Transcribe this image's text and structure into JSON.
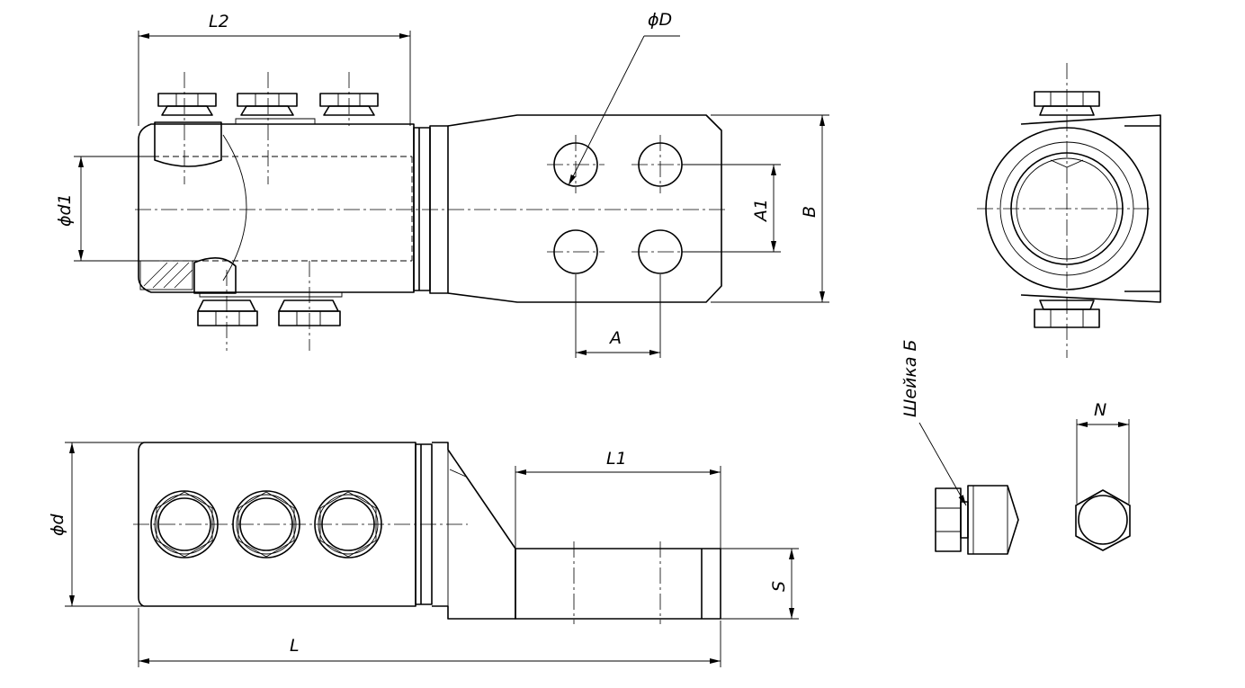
{
  "labels": {
    "L2": "L2",
    "D": "ϕD",
    "d1": "ϕd1",
    "A1": "A1",
    "B": "B",
    "A": "A",
    "L1": "L1",
    "d": "ϕd",
    "S": "S",
    "L": "L",
    "neck": "Шейка Б",
    "N": "N"
  },
  "colors": {
    "line": "#000000",
    "background": "#ffffff"
  }
}
